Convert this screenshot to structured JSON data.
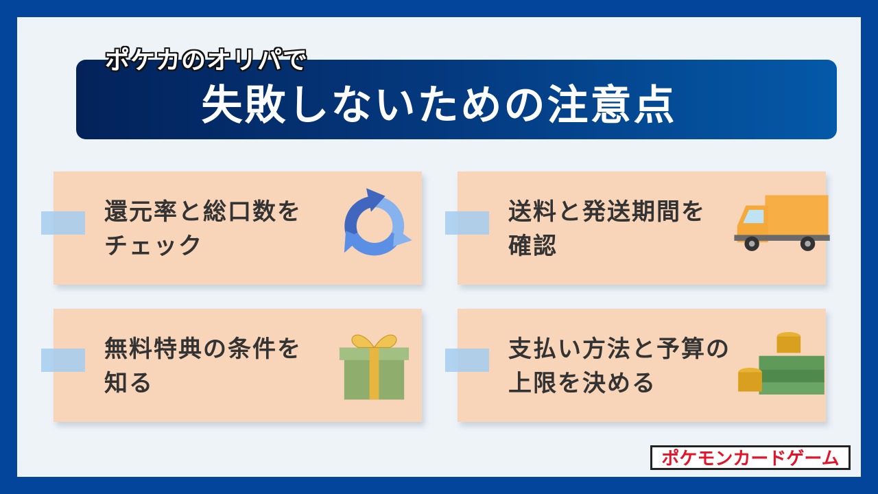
{
  "header": {
    "subtitle": "ポケカのオリパで",
    "title": "失敗しないための注意点"
  },
  "cards": [
    {
      "text": "還元率と総口数を\nチェック",
      "icon": "cycle-arrows-icon"
    },
    {
      "text": "送料と発送期間を\n確認",
      "icon": "delivery-truck-icon"
    },
    {
      "text": "無料特典の条件を\n知る",
      "icon": "gift-box-icon"
    },
    {
      "text": "支払い方法と予算の\n上限を決める",
      "icon": "money-coins-icon"
    }
  ],
  "logo": {
    "text": "ポケモンカードゲーム"
  },
  "colors": {
    "frame": "#02459a",
    "background": "#eef3f8",
    "card": "#f8d5b8",
    "title_bar": "#043a80",
    "logo_red": "#e3142a"
  }
}
